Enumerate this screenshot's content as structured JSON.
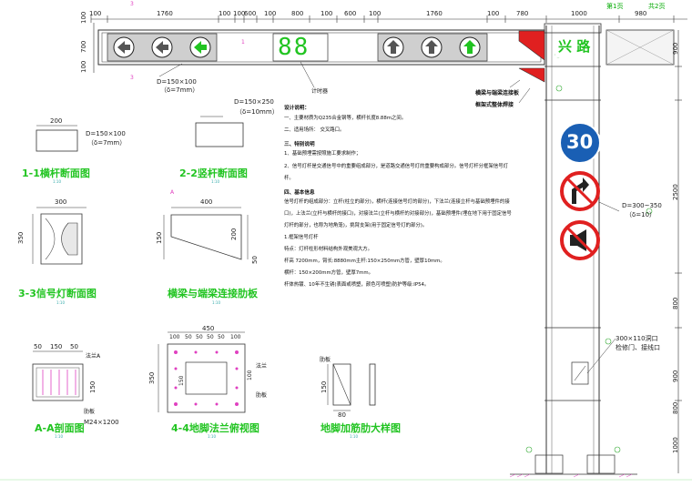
{
  "title_block": {
    "sheet_no": "第1页",
    "sheet_total": "共2页"
  },
  "top_dims": [
    "100",
    "1760",
    "100",
    "100",
    "600",
    "100",
    "800",
    "100",
    "600",
    "100",
    "1760",
    "100",
    "780",
    "1000",
    "980"
  ],
  "left_dims": [
    "100",
    "700",
    "100"
  ],
  "right_dims": [
    "900",
    "2500",
    "800",
    "900",
    "800",
    "1000"
  ],
  "section_markers": {
    "s3_top": "3",
    "s3_bottom": "3",
    "s1": "1"
  },
  "arm_pipe": {
    "dim": "D=150×100",
    "thick": "（δ=7mm）"
  },
  "timer_label": "计时器",
  "timer_digits": "88",
  "sign_text": "兴 路",
  "arm_notes": [
    "横梁与端梁连接板",
    "框架式整体焊接"
  ],
  "speed_limit": "30",
  "pole_dim": {
    "dim": "D=300~350",
    "thick": "（δ=10）"
  },
  "handhole": {
    "dim": "300×110洞口",
    "desc": "检修门、接线口"
  },
  "sec11": {
    "dim": "D=150×100",
    "thick": "（δ=7mm）",
    "width": "200",
    "title": "1-1横杆断面图",
    "scale": "1:10"
  },
  "sec22": {
    "dim": "D=150×250",
    "thick": "（δ=10mm）",
    "title": "2-2竖杆断面图",
    "scale": "1:10"
  },
  "sec33": {
    "w": "300",
    "h": "350",
    "title": "3-3信号灯断面图",
    "scale": "1:10"
  },
  "rib": {
    "w": "400",
    "h1": "150",
    "h2": "200",
    "h3": "50",
    "marker": "A",
    "title": "横梁与端梁连接肋板",
    "scale": "1:10"
  },
  "secAA": {
    "dims": [
      "50",
      "150",
      "50"
    ],
    "h": "150",
    "flange": "法兰A",
    "rib_label": "肋板",
    "bolt": "M24×1200",
    "title": "A-A剖面图",
    "scale": "1:10"
  },
  "sec44": {
    "w": "450",
    "dims": [
      "100",
      "50",
      "50",
      "50",
      "50",
      "100"
    ],
    "h1": "350",
    "h2": "150",
    "h3": "100",
    "flange": "法兰",
    "rib_label": "肋板",
    "title": "4-4地脚法兰俯视图",
    "scale": "1:10"
  },
  "anchor": {
    "label": "肋板",
    "h": "150",
    "w": "80",
    "title": "地脚加筋肋大样图",
    "scale": "1:10"
  },
  "notes": {
    "heading": "设计说明：",
    "lines": [
      "一、主要材质为Q235合金钢等，横杆长度8.88m之间。",
      "二、适用场所：        交叉路口。",
      "三、特别说明",
      "1、基础预埋需按照施工要求制作；",
      "2、信号灯杆是交通信号中的重要组成部分，是道路交通信号灯的重要构成部分。信号灯杆分框架信号灯",
      "杆。",
      "四、基本信息",
      "信号灯杆的组成部分：立杆(柱立的部分)，横杆(连接信号灯的部分)，下法兰(连接立杆与基础预埋件的接",
      "口)，上法兰(立杆与横杆的接口)，对接法兰(立杆与横杆的对接部分)，基础预埋件(埋在地下用于固定信号",
      "灯杆的部分，也称为地角笼)，挑臂支架(用于固定信号灯的部分)。",
      "1.框架信号灯杆",
      "特点：灯杆柱形材料结构外观美观大方。",
      "杆高 7200mm，臂长:8880mm主杆:150×250mm方管，壁厚10mm。",
      "横杆：150×200mm方管，壁厚7mm。",
      "杆体热镀、10年不生锈(表面或喷塑，颜色可喷塑)防护等级:IP54。"
    ]
  },
  "colors": {
    "green": "#21c421",
    "blue": "#1a5fb4",
    "red": "#e02020",
    "accent_pink": "#e040c0"
  }
}
